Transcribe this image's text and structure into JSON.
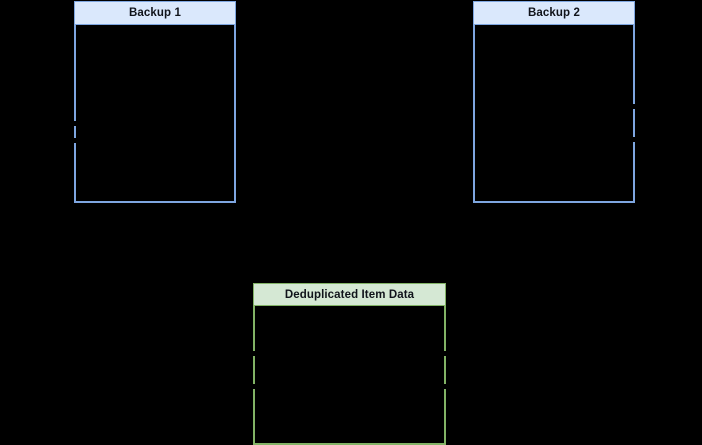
{
  "diagram": {
    "background_color": "#000000",
    "nodes": [
      {
        "id": "backup-1",
        "title": "Backup 1",
        "header_fill": "#dae8fc",
        "border_color": "#7ea6e0",
        "body_fill": "#000000",
        "text_color": "#10131a"
      },
      {
        "id": "backup-2",
        "title": "Backup 2",
        "header_fill": "#dae8fc",
        "border_color": "#7ea6e0",
        "body_fill": "#000000",
        "text_color": "#10131a"
      },
      {
        "id": "deduplicated-item-data",
        "title": "Deduplicated Item Data",
        "header_fill": "#d5e8d4",
        "border_color": "#82b366",
        "body_fill": "#000000",
        "text_color": "#10131a"
      }
    ]
  }
}
